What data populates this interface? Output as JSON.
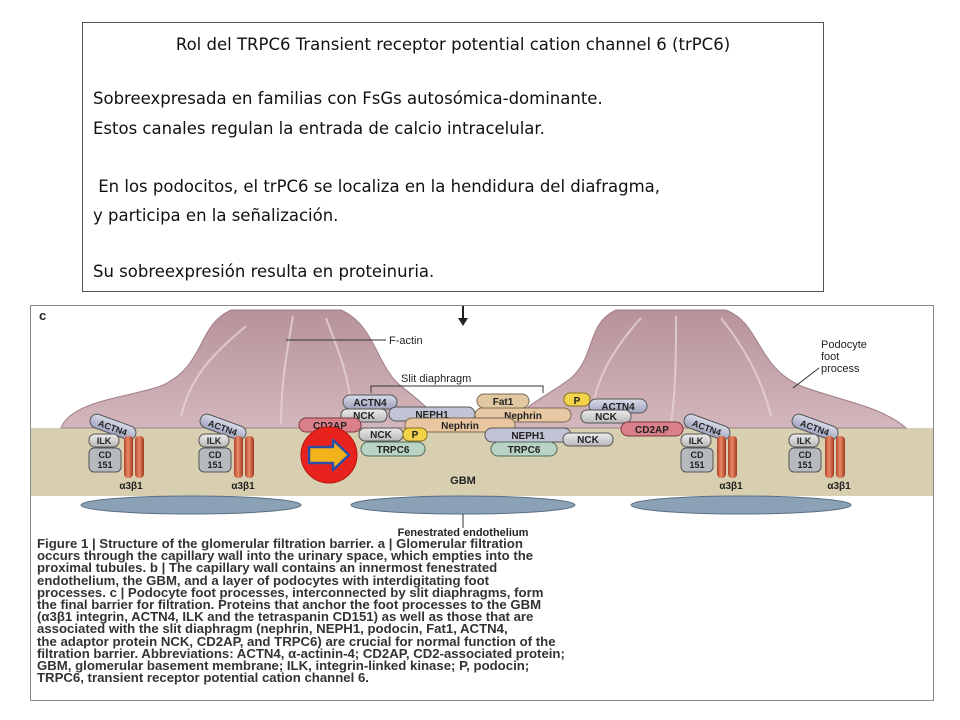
{
  "slide": {
    "title": "Rol del TRPC6 Transient receptor potential cation channel 6 (trPC6)",
    "lines": [
      "Sobreexpresada en familias con FsGs autosómica-dominante.",
      "Estos canales regulan la entrada de calcio intracelular.",
      " En los podocitos, el trPC6 se localiza en la hendidura del diafragma,",
      "y participa en la señalización.",
      "Su sobreexpresión resulta en proteinuria."
    ]
  },
  "figure": {
    "panel_label": "c",
    "labels": {
      "factin": "F-actin",
      "podocyte": [
        "Podocyte",
        "foot",
        "process"
      ],
      "slit": "Slit diaphragm",
      "gbm": "GBM",
      "endo": "Fenestrated endothelium",
      "integrin": "α3β1"
    },
    "proteins": {
      "actn4": "ACTN4",
      "ilk": "ILK",
      "cd": [
        "CD",
        "151"
      ],
      "nck": "NCK",
      "neph1": "NEPH1",
      "fat1": "Fat1",
      "p": "P",
      "nephrin": "Nephrin",
      "cd2ap": "CD2AP",
      "trpc6": "TRPC6"
    },
    "colors": {
      "podocyte": "#c9a7ad",
      "gbm": "#d8cfb0",
      "endothelium": "#8aa1b6",
      "arrow_circle": "#e8231e",
      "arrow_fill": "#f2b21b",
      "arrow_stroke": "#2a4fa8"
    },
    "caption": [
      "Figure 1 | Structure of the glomerular filtration barrier. a | Glomerular filtration",
      "occurs through the capillary wall into the urinary space, which empties into the",
      "proximal tubules. b | The capillary wall contains an innermost fenestrated",
      "endothelium, the GBM, and a layer of podocytes with interdigitating foot",
      "processes. c | Podocyte foot processes, interconnected by slit diaphragms, form",
      "the final barrier for filtration. Proteins that anchor the foot processes to the GBM",
      "(α3β1 integrin, ACTN4, ILK and the tetraspanin CD151) as well as those that are",
      "associated with the slit diaphragm (nephrin, NEPH1, podocin, Fat1, ACTN4,",
      "the adaptor protein NCK, CD2AP, and TRPC6) are crucial for normal function of the",
      "filtration barrier. Abbreviations: ACTN4, α-actinin-4; CD2AP, CD2-associated protein;",
      "GBM, glomerular basement membrane; ILK, integrin-linked kinase; P, podocin;",
      "TRPC6, transient receptor potential cation channel 6."
    ]
  }
}
